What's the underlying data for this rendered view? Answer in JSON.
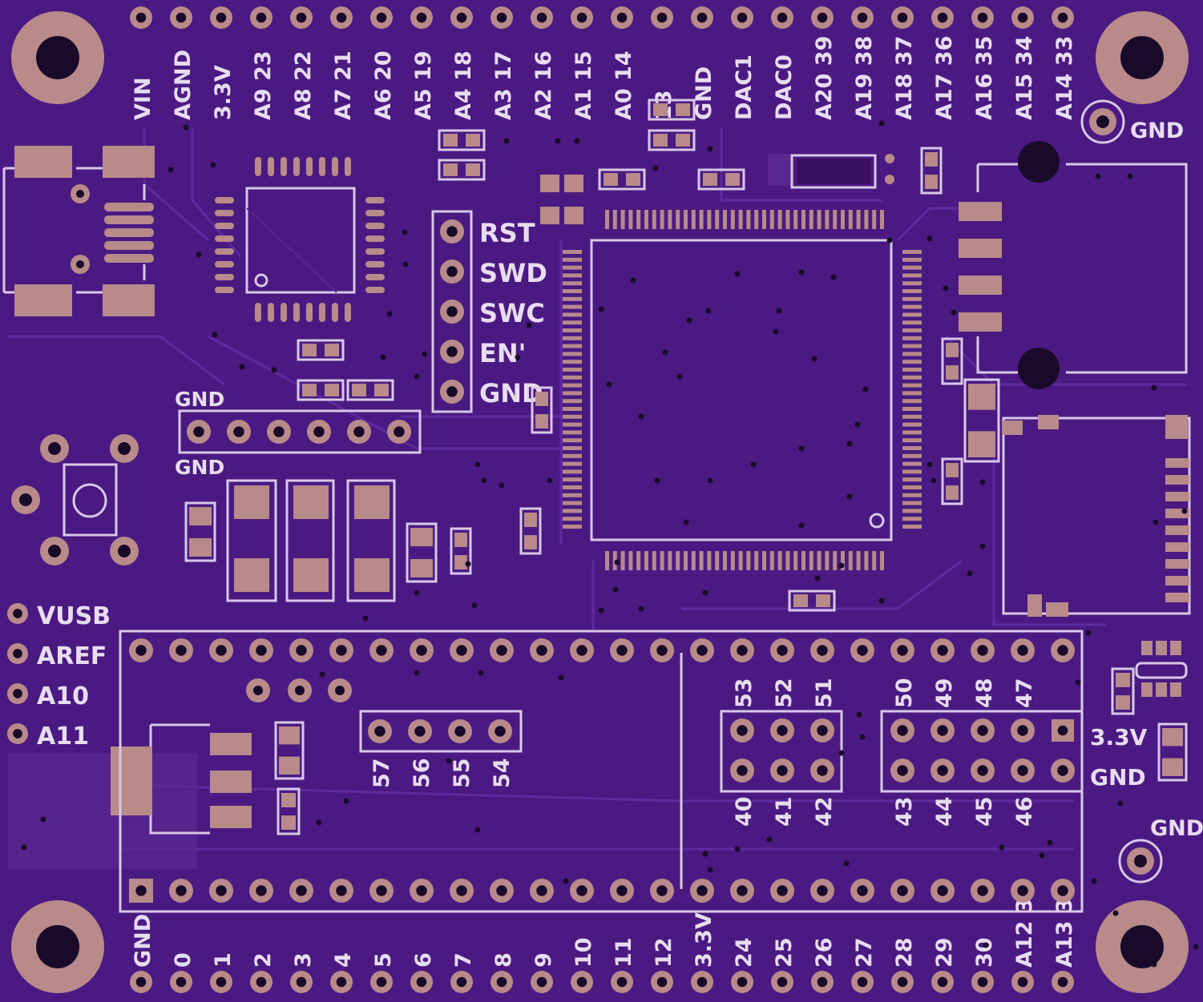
{
  "board": {
    "colors": {
      "substrate": "#4a1a82",
      "pad": "#b88a8a",
      "silkscreen": "#e8dcf0",
      "hole": "#1a0a2a"
    }
  },
  "top_header": {
    "labels": [
      "VIN",
      "AGND",
      "3.3V",
      "A9 23",
      "A8 22",
      "A7 21",
      "A6 20",
      "A5 19",
      "A4 18",
      "A3 17",
      "A2 16",
      "A1 15",
      "A0 14",
      "13",
      "GND",
      "DAC1",
      "DAC0",
      "A20 39",
      "A19 38",
      "A18 37",
      "A17 36",
      "A16 35",
      "A15 34",
      "A14 33"
    ]
  },
  "gnd_top_right": "GND",
  "debug_header": {
    "labels": [
      "RST",
      "SWD",
      "SWC",
      "EN'",
      "GND"
    ]
  },
  "six_pin_header": {
    "top_label": "GND",
    "bottom_label": "GND"
  },
  "left_side": {
    "labels": [
      "VUSB",
      "AREF",
      "A10",
      "A11"
    ]
  },
  "bottom_header": {
    "labels": [
      "GND",
      "0",
      "1",
      "2",
      "3",
      "4",
      "5",
      "6",
      "7",
      "8",
      "9",
      "10",
      "11",
      "12",
      "3.3V",
      "24",
      "25",
      "26",
      "27",
      "28",
      "29",
      "30",
      "A12 31",
      "A13 32"
    ]
  },
  "header_57_54": {
    "labels": [
      "57",
      "56",
      "55",
      "54"
    ]
  },
  "header_53_40": {
    "top": [
      "53",
      "52",
      "51"
    ],
    "bottom": [
      "40",
      "41",
      "42"
    ]
  },
  "header_50_46": {
    "top": [
      "50",
      "49",
      "48",
      "47"
    ],
    "bottom": [
      "43",
      "44",
      "45",
      "46"
    ]
  },
  "power_labels": {
    "v33": "3.3V",
    "gnd": "GND"
  },
  "gnd_bottom_right": "GND"
}
